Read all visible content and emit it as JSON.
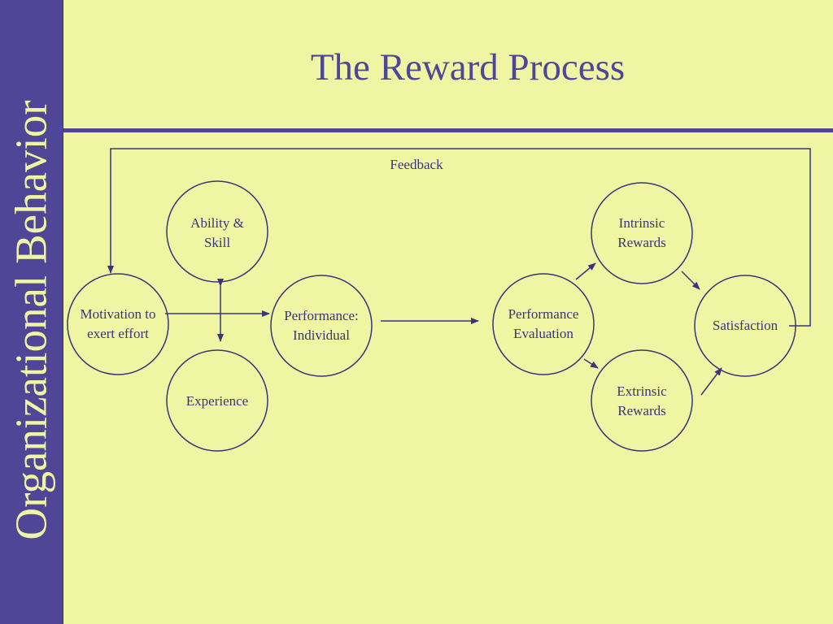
{
  "sidebar": {
    "text": "Organizational Behavior"
  },
  "title": "The Reward Process",
  "feedback_label": "Feedback",
  "nodes": {
    "ability": "Ability & \nSkill",
    "experience": "Experience",
    "motivation": "Motivation to\nexert effort",
    "performance_individual": "Performance:\nIndividual",
    "performance_evaluation": "Performance\nEvaluation",
    "intrinsic": "Intrinsic\nRewards",
    "extrinsic": "Extrinsic\nRewards",
    "satisfaction": "Satisfaction"
  },
  "colors": {
    "background": "#f0f5a4",
    "accent": "#4f4698",
    "line": "#3a3478"
  }
}
